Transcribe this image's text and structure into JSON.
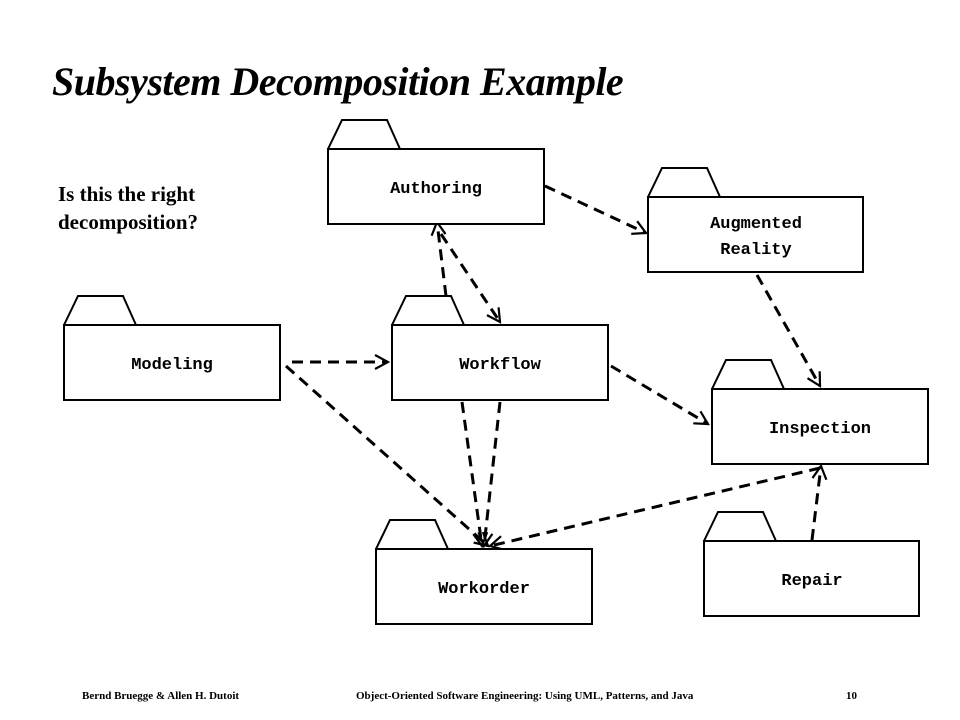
{
  "slide": {
    "title": "Subsystem Decomposition Example",
    "question": "Is this the right decomposition?"
  },
  "packages": {
    "authoring": [
      "Authoring"
    ],
    "augmented_reality": [
      "Augmented",
      "Reality"
    ],
    "modeling": [
      "Modeling"
    ],
    "workflow": [
      "Workflow"
    ],
    "inspection": [
      "Inspection"
    ],
    "workorder": [
      "Workorder"
    ],
    "repair": [
      "Repair"
    ]
  },
  "dependencies": [
    {
      "from": "Authoring",
      "to": "Augmented Reality"
    },
    {
      "from": "Authoring",
      "to": "Workflow"
    },
    {
      "from": "Workflow",
      "to": "Authoring"
    },
    {
      "from": "Augmented Reality",
      "to": "Inspection"
    },
    {
      "from": "Modeling",
      "to": "Workflow"
    },
    {
      "from": "Modeling",
      "to": "Workorder"
    },
    {
      "from": "Workflow",
      "to": "Inspection"
    },
    {
      "from": "Workflow",
      "to": "Workorder"
    },
    {
      "from": "Inspection",
      "to": "Workorder"
    },
    {
      "from": "Repair",
      "to": "Inspection"
    }
  ],
  "footer": {
    "authors": "Bernd Bruegge & Allen H. Dutoit",
    "book": "Object-Oriented Software Engineering: Using UML, Patterns, and Java",
    "page": "10"
  }
}
